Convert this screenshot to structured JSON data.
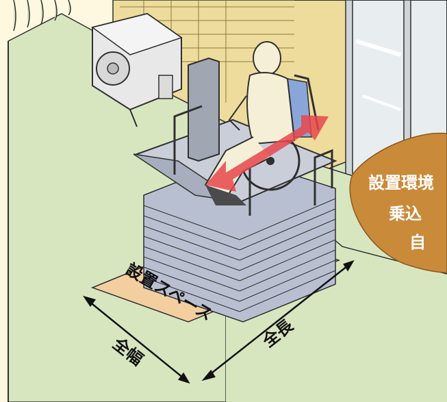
{
  "callout": {
    "line1": "設置環境",
    "line2": "乗込",
    "line3": "自"
  },
  "labels": {
    "installation_space": "設置スペース",
    "total_width": "全幅",
    "total_length": "全長"
  },
  "colors": {
    "background": "#fff8e0",
    "ground": "#d8e6c0",
    "wall": "#eddc9c",
    "space_fill": "#f3cfa0",
    "callout": "#c98a3a",
    "arrow": "#e8464c"
  }
}
